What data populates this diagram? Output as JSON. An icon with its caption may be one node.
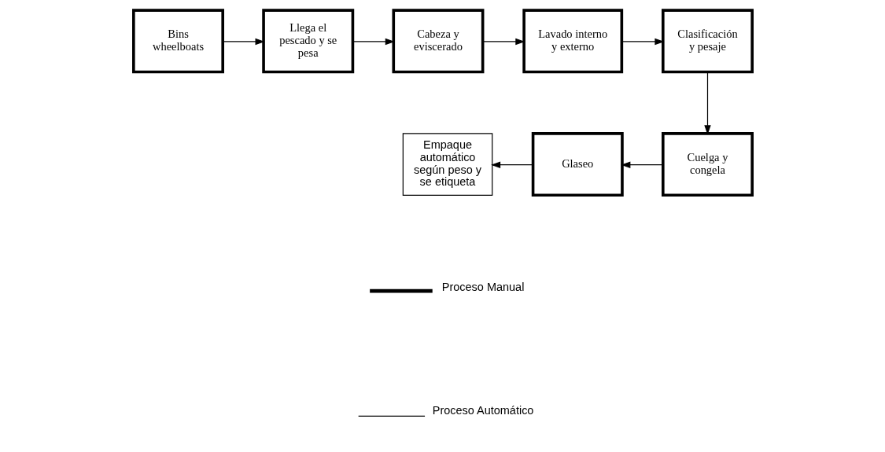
{
  "diagram": {
    "nodes": [
      {
        "text": [
          "Bins wheelboats"
        ]
      },
      {
        "text": [
          "Llega el pescado y se pesa"
        ]
      },
      {
        "text": [
          "Cabeza y eviscerado"
        ]
      },
      {
        "text": [
          "Lavado interno y externo"
        ]
      },
      {
        "text": [
          "Clasificación y pesaje"
        ]
      },
      {
        "text": [
          "Cuelga y congela"
        ]
      },
      {
        "text": [
          "Glaseo"
        ]
      },
      {
        "text": [
          "Empaque automático según peso y se etiqueta"
        ]
      }
    ],
    "edges": [
      {
        "from": 0,
        "to": 1,
        "arrow": "to"
      },
      {
        "from": 1,
        "to": 2,
        "arrow": "to"
      },
      {
        "from": 2,
        "to": 3,
        "arrow": "to"
      },
      {
        "from": 3,
        "to": 4,
        "arrow": "to"
      },
      {
        "from": 4,
        "to": 5,
        "arrow": "to"
      },
      {
        "from": 5,
        "to": 6,
        "arrow": "to"
      },
      {
        "from": 6,
        "to": 7,
        "arrow": "to"
      }
    ],
    "legend": [
      {
        "text": "Proceso Manual"
      },
      {
        "text": "Proceso Automático"
      }
    ]
  }
}
